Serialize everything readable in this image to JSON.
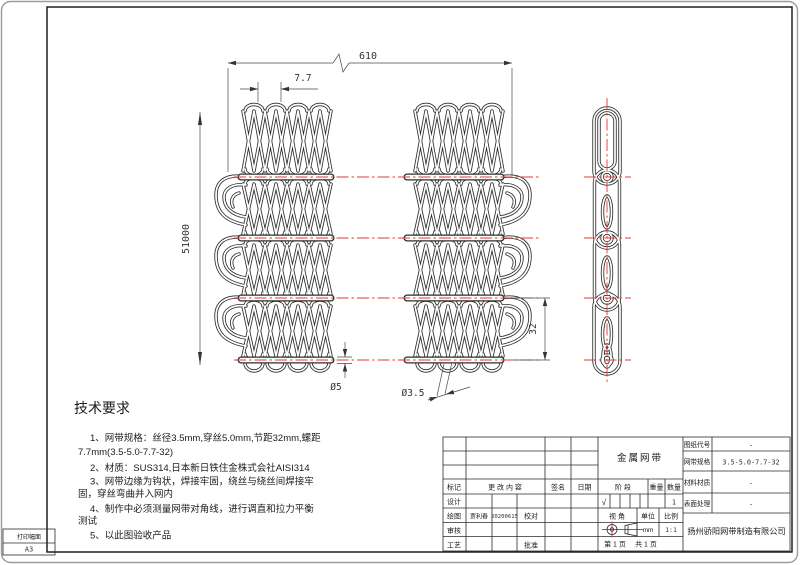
{
  "page": {
    "print_format_label": "打印幅面",
    "print_format_value": "A3"
  },
  "colors": {
    "centerline_red": "#e23a36",
    "line_dark": "#2b2b2b"
  },
  "dimensions": {
    "total_width": "610",
    "spiral_pitch": "7.7",
    "belt_length": "51000",
    "rod_pitch": "32",
    "rod_diameter": "Ø5",
    "wire_diameter": "Ø3.5"
  },
  "tech_requirements": {
    "title": "技术要求",
    "lines": [
      "1、网带规格：丝径3.5mm,穿丝5.0mm,节距32mm,螺距",
      "7.7mm(3.5-5.0-7.7-32)",
      "2、材质：SUS314,日本新日铁住金株式会社AISI314",
      "3、网带边缘为钩状，焊接牢固，绕丝与绕丝间焊接牢",
      "固，穿丝弯曲并入网内",
      "4、制作中必须测量网带对角线，进行调直和拉力平衡",
      "测试",
      "5、以此图验收产品"
    ]
  },
  "title_block": {
    "drawing_title": "金属网带",
    "fields": [
      {
        "label": "图纸代号",
        "value": "-"
      },
      {
        "label": "网带规格",
        "value": "3.5-5.0-7.7-32"
      },
      {
        "label": "材料材质",
        "value": "-"
      },
      {
        "label": "表面处理",
        "value": "-"
      }
    ],
    "headers": {
      "mark": "标记",
      "change": "更 改 内 容",
      "sign": "签名",
      "date": "日期",
      "stage": "阶  段",
      "weight": "重量",
      "qty": "数量"
    },
    "row_labels": {
      "design": "设计",
      "draw": "绘图",
      "review": "审核",
      "process": "工艺",
      "proof": "校对",
      "approve": "批准"
    },
    "draw_name": "贾利春",
    "draw_date": "20200615",
    "stage_check": "√",
    "qty_value": "1",
    "view_label": "视 角",
    "unit_label": "单位",
    "scale_label": "比例",
    "unit_value": "mm",
    "scale_value": "1:1",
    "page_info_1": "第 1 页",
    "page_info_2": "共 1 页",
    "company": "扬州骄阳网带制造有限公司"
  }
}
